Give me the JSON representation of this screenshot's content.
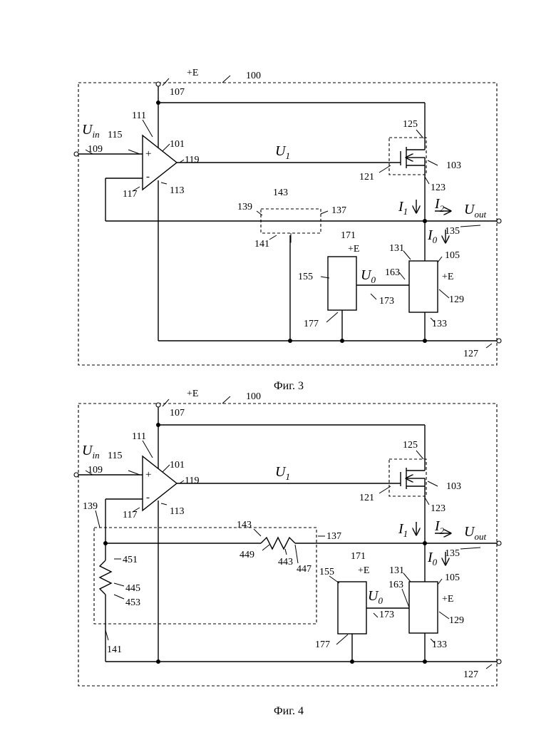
{
  "figures": [
    {
      "caption": "Фиг. 3",
      "labels": {
        "supply": "+E",
        "block": "100",
        "n107": "107",
        "n111": "111",
        "n115": "115",
        "n101": "101",
        "n119": "119",
        "n109": "109",
        "n117": "117",
        "n113": "113",
        "n125": "125",
        "n103": "103",
        "n121": "121",
        "n123": "123",
        "n143": "143",
        "n139": "139",
        "n137": "137",
        "n141": "141",
        "n135": "135",
        "n171": "171",
        "n131": "131",
        "n105": "105",
        "n155": "155",
        "n163": "163",
        "n173": "173",
        "n129": "129",
        "n177": "177",
        "n133": "133",
        "n127": "127",
        "supply_171": "+E",
        "supply_129": "+E",
        "plus": "+",
        "minus": "-"
      }
    },
    {
      "caption": "Фиг. 4",
      "labels": {
        "supply": "+E",
        "block": "100",
        "n107": "107",
        "n111": "111",
        "n115": "115",
        "n101": "101",
        "n119": "119",
        "n109": "109",
        "n117": "117",
        "n113": "113",
        "n125": "125",
        "n103": "103",
        "n121": "121",
        "n123": "123",
        "n143": "143",
        "n139": "139",
        "n137": "137",
        "n141": "141",
        "n135": "135",
        "n171": "171",
        "n131": "131",
        "n105": "105",
        "n155": "155",
        "n163": "163",
        "n173": "173",
        "n129": "129",
        "n177": "177",
        "n133": "133",
        "n127": "127",
        "n449": "449",
        "n443": "443",
        "n447": "447",
        "n451": "451",
        "n445": "445",
        "n453": "453",
        "supply_171": "+E",
        "supply_129": "+E",
        "plus": "+",
        "minus": "-"
      }
    }
  ],
  "symbols": {
    "u_in": "U",
    "u_in_sub": "in",
    "u_1": "U",
    "u_1_sub": "1",
    "i_1": "I",
    "i_1_sub": "1",
    "i_2": "I",
    "i_2_sub": "2",
    "u_out": "U",
    "u_out_sub": "out",
    "i_0": "I",
    "i_0_sub": "0",
    "u_0": "U",
    "u_0_sub": "0"
  }
}
